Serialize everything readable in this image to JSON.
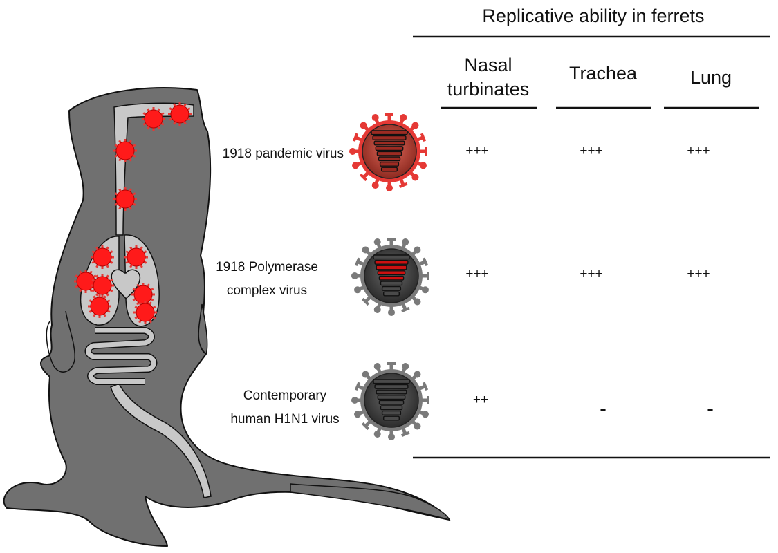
{
  "header": {
    "title": "Replicative ability in ferrets"
  },
  "columns": [
    {
      "id": "nasal",
      "lines": [
        "Nasal",
        "turbinates"
      ]
    },
    {
      "id": "trachea",
      "lines": [
        "Trachea"
      ]
    },
    {
      "id": "lung",
      "lines": [
        "Lung"
      ]
    }
  ],
  "rows": [
    {
      "id": "pandemic",
      "label_lines": [
        "1918 pandemic virus"
      ],
      "virus_style": "red",
      "values": [
        "+++",
        "+++",
        "+++"
      ]
    },
    {
      "id": "polymerase",
      "label_lines": [
        "1918 Polymerase",
        "complex virus"
      ],
      "virus_style": "grey-red-core",
      "values": [
        "+++",
        "+++",
        "+++"
      ]
    },
    {
      "id": "contemporary",
      "label_lines": [
        "Contemporary",
        "human H1N1 virus"
      ],
      "virus_style": "grey",
      "values": [
        "++",
        "-",
        "-"
      ]
    }
  ],
  "colors": {
    "ferret_body": "#707070",
    "airway": "#c8c8c8",
    "virus_red": "#e53935",
    "virus_grey": "#7a7a7a",
    "segment_red": "#cc1111"
  }
}
